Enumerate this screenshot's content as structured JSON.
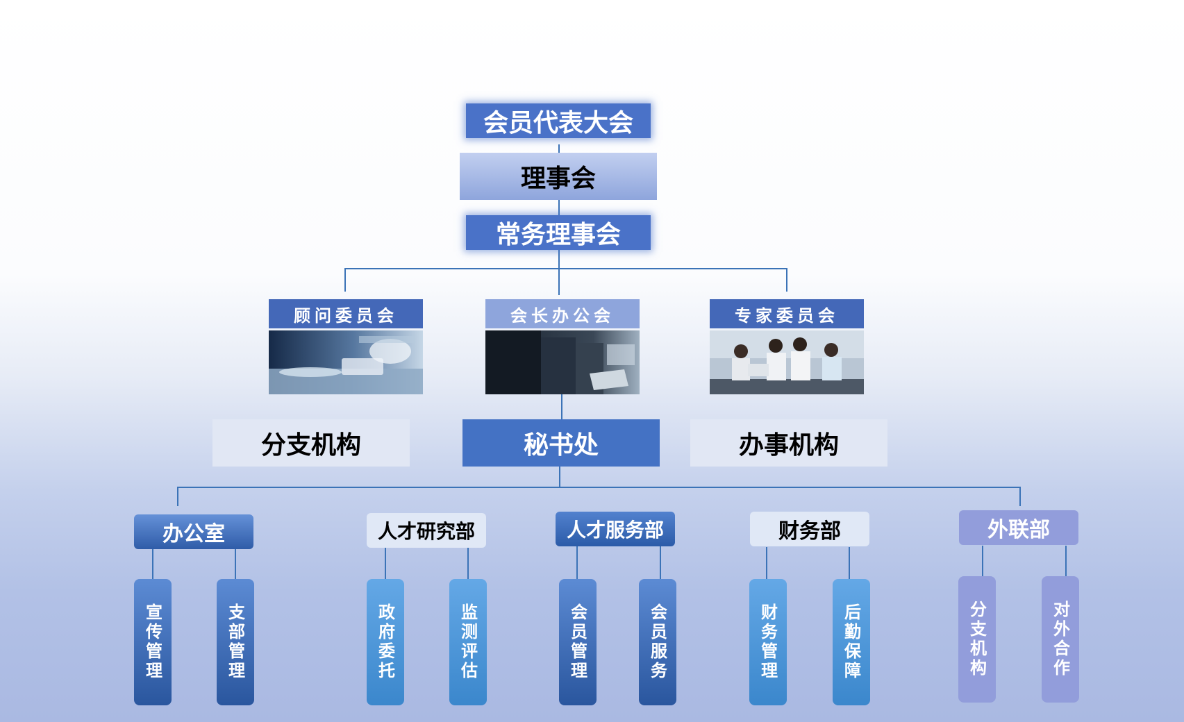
{
  "hierarchy": {
    "congress": "会员代表大会",
    "council": "理事会",
    "standing_council": "常务理事会"
  },
  "committees": {
    "advisory": "顾问委员会",
    "president_office": "会长办公会",
    "expert": "专家委员会"
  },
  "middle": {
    "branch": "分支机构",
    "secretariat": "秘书处",
    "office_agency": "办事机构"
  },
  "departments": [
    {
      "name": "办公室",
      "units": [
        "宣传管理",
        "支部管理"
      ]
    },
    {
      "name": "人才研究部",
      "units": [
        "政府委托",
        "监测评估"
      ]
    },
    {
      "name": "人才服务部",
      "units": [
        "会员管理",
        "会员服务"
      ]
    },
    {
      "name": "财务部",
      "units": [
        "财务管理",
        "后勤保障"
      ]
    },
    {
      "name": "外联部",
      "units": [
        "分支机构",
        "对外合作"
      ]
    }
  ],
  "colors": {
    "primary_blue": "#4472c4",
    "connector": "#3b73b7",
    "light_panel": "#e1e7f4",
    "lavender": "#8f9ad8"
  }
}
